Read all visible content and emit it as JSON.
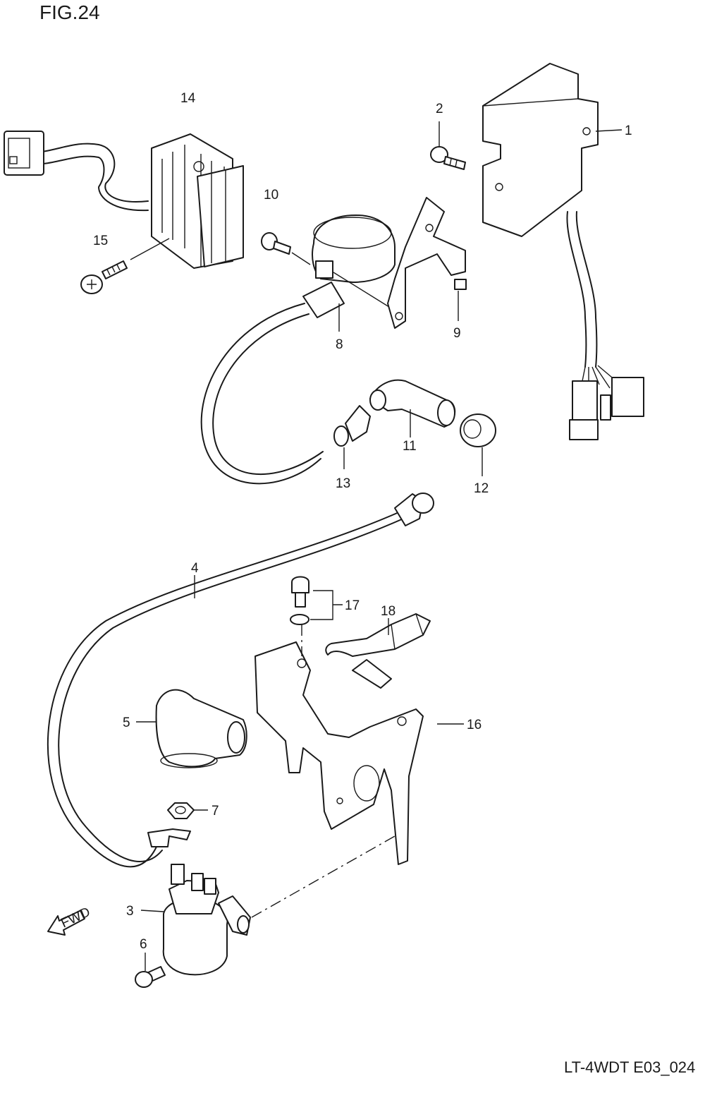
{
  "figure": {
    "title": "FIG.24",
    "diagram_id": "LT-4WDT E03_024"
  },
  "callouts": [
    {
      "ref": "1"
    },
    {
      "ref": "2"
    },
    {
      "ref": "3"
    },
    {
      "ref": "4"
    },
    {
      "ref": "5"
    },
    {
      "ref": "6"
    },
    {
      "ref": "7"
    },
    {
      "ref": "8"
    },
    {
      "ref": "9"
    },
    {
      "ref": "10"
    },
    {
      "ref": "11"
    },
    {
      "ref": "12"
    },
    {
      "ref": "13"
    },
    {
      "ref": "14"
    },
    {
      "ref": "15"
    },
    {
      "ref": "16"
    },
    {
      "ref": "17"
    },
    {
      "ref": "18"
    }
  ],
  "fwd_arrow_label": "FWD"
}
